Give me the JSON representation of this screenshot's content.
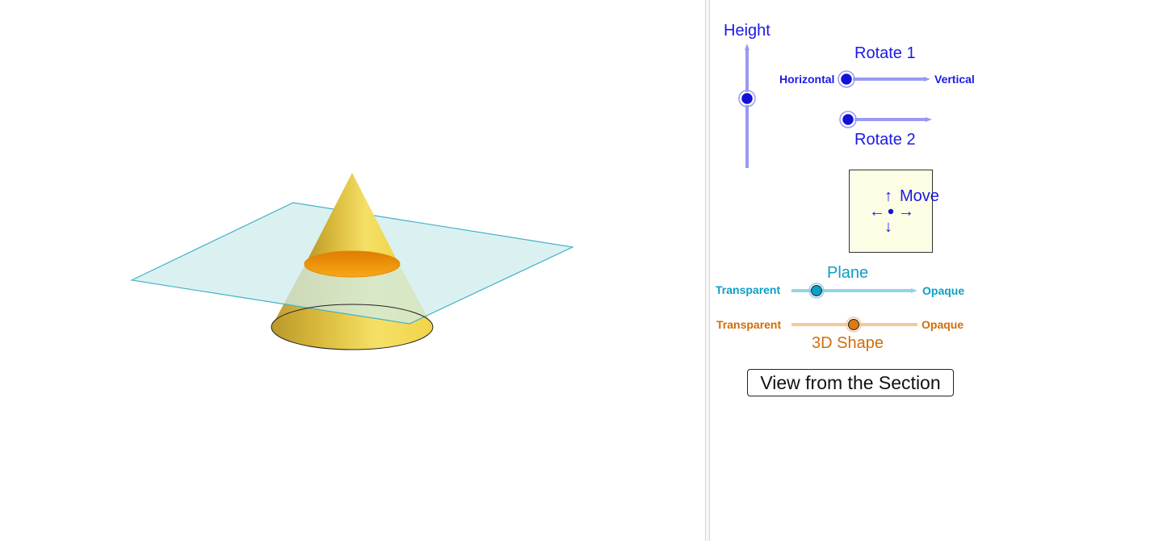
{
  "sliders": {
    "height": {
      "label": "Height"
    },
    "rotate1": {
      "label": "Rotate 1",
      "min_label": "Horizontal",
      "max_label": "Vertical"
    },
    "rotate2": {
      "label": "Rotate 2"
    },
    "plane": {
      "label": "Plane",
      "min_label": "Transparent",
      "max_label": "Opaque"
    },
    "shape": {
      "label": "3D Shape",
      "min_label": "Transparent",
      "max_label": "Opaque"
    }
  },
  "move": {
    "label": "Move",
    "arrows": {
      "up": "↑",
      "down": "↓",
      "left": "←",
      "right": "→"
    }
  },
  "button": {
    "label": "View from the Section"
  },
  "colors": {
    "slider_blue": "#1a1ae6",
    "plane_cyan": "#0b9fc7",
    "shape_orange": "#d06d0a",
    "cone_yellow": "#f2d23c",
    "section_orange": "#f39a0a",
    "plane_fill": "#cdecec"
  },
  "icons": {
    "move_cross": "four-way-arrow-icon"
  }
}
